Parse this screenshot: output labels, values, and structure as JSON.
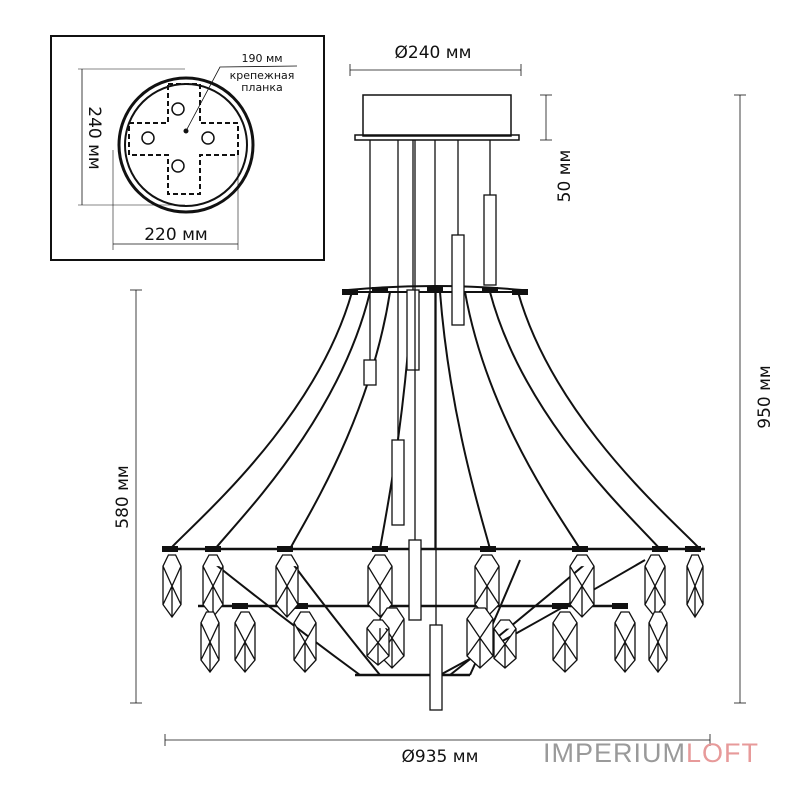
{
  "inset": {
    "height_label": "240 мм",
    "width_label": "220 мм",
    "plate_label": "190 мм",
    "plate_caption_line1": "крепежная",
    "plate_caption_line2": "планка"
  },
  "dimensions": {
    "canopy_diameter": "Ø240 мм",
    "canopy_height": "50 мм",
    "total_height": "950 мм",
    "body_height": "580 мм",
    "diameter": "Ø935 мм"
  },
  "watermark": {
    "part1": "IMPERIUM",
    "part2": "LOFT",
    "color1": "#9a9a9a",
    "color2": "#e79a9a"
  }
}
